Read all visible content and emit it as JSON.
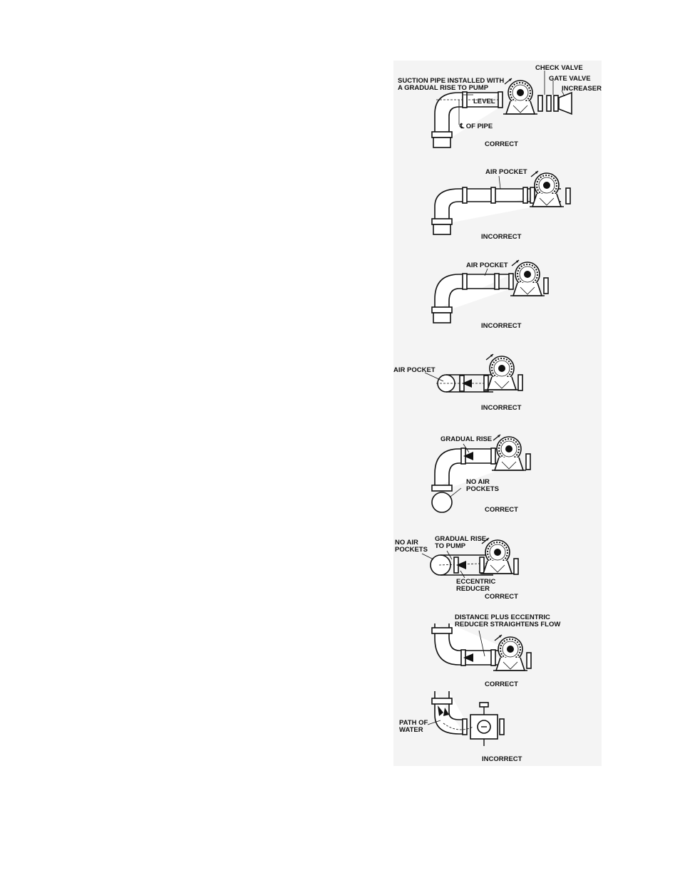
{
  "figure": {
    "panels": [
      {
        "id": "p1",
        "status": "CORRECT",
        "labels": [
          "SUCTION PIPE INSTALLED WITH",
          "A GRADUAL RISE TO PUMP",
          "CHECK VALVE",
          "GATE VALVE",
          "INCREASER",
          "LEVEL",
          "℄ OF PIPE"
        ]
      },
      {
        "id": "p2",
        "status": "INCORRECT",
        "labels": [
          "AIR POCKET"
        ]
      },
      {
        "id": "p3",
        "status": "INCORRECT",
        "labels": [
          "AIR POCKET"
        ]
      },
      {
        "id": "p4",
        "status": "INCORRECT",
        "labels": [
          "AIR POCKET"
        ]
      },
      {
        "id": "p5",
        "status": "CORRECT",
        "labels": [
          "GRADUAL RISE",
          "NO AIR",
          "POCKETS"
        ]
      },
      {
        "id": "p6",
        "status": "CORRECT",
        "labels": [
          "NO AIR",
          "POCKETS",
          "GRADUAL RISE",
          "TO PUMP",
          "ECCENTRIC",
          "REDUCER"
        ]
      },
      {
        "id": "p7",
        "status": "CORRECT",
        "labels": [
          "DISTANCE PLUS ECCENTRIC",
          "REDUCER STRAIGHTENS FLOW"
        ]
      },
      {
        "id": "p8",
        "status": "INCORRECT",
        "labels": [
          "PATH OF",
          "WATER"
        ]
      }
    ]
  }
}
